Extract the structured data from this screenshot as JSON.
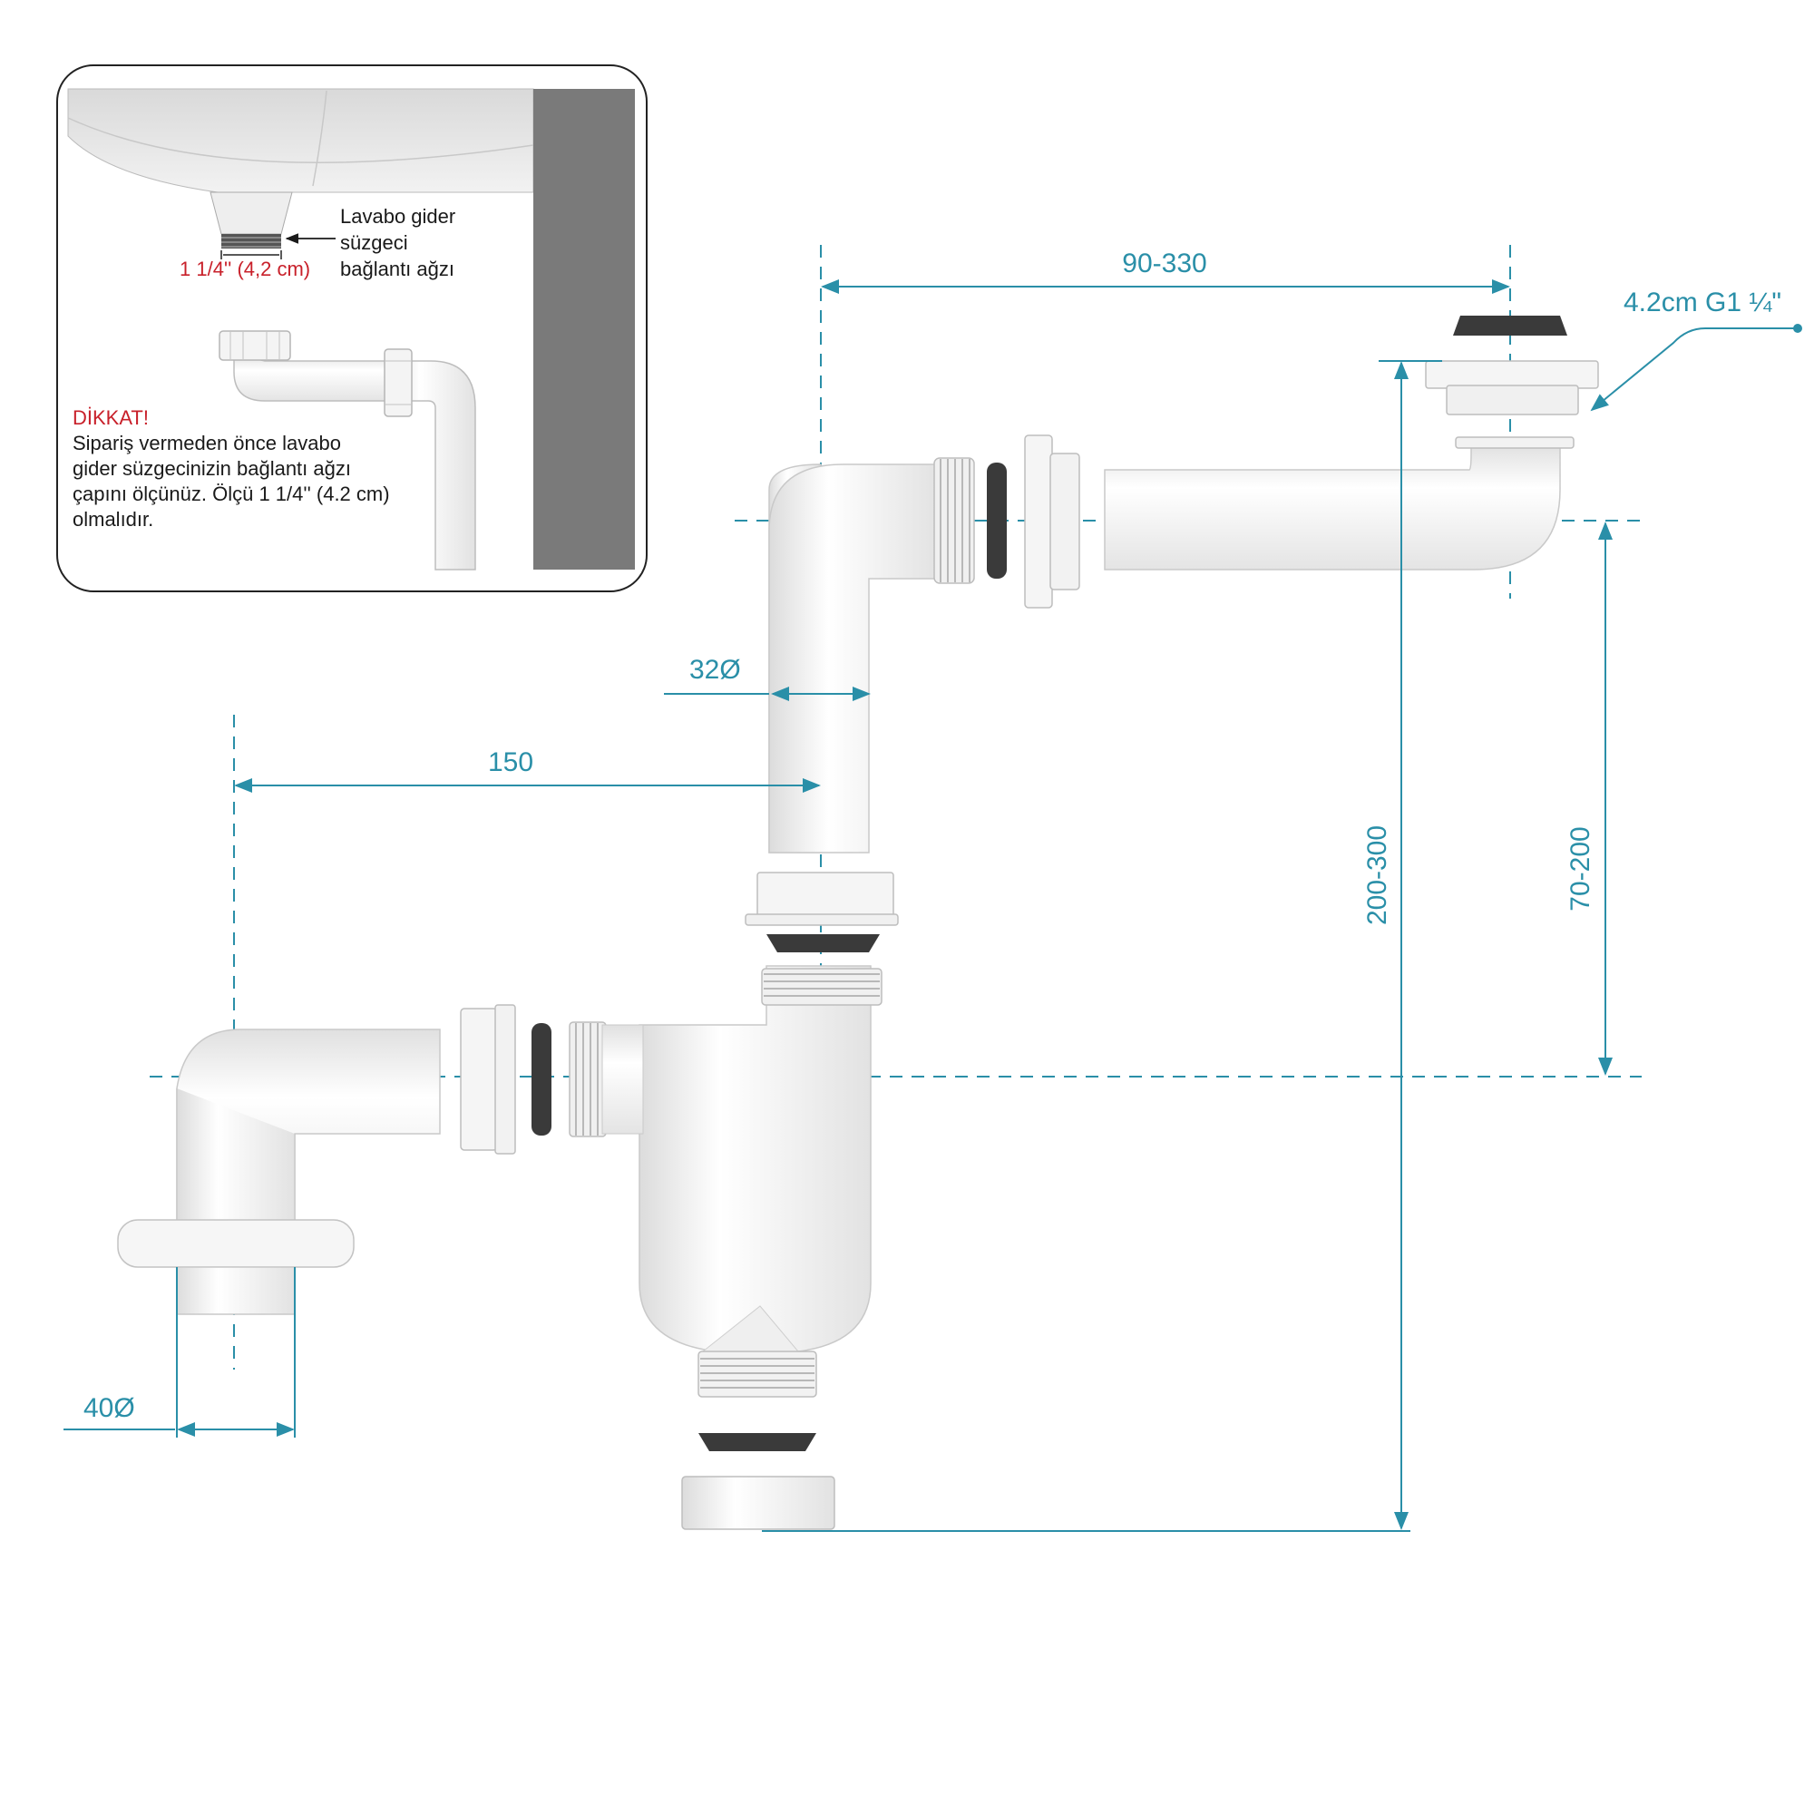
{
  "inset": {
    "strainer_label_lines": [
      "Lavabo gider",
      "süzgeci",
      "bağlantı ağzı"
    ],
    "size_label": "1 1/4'' (4,2 cm)",
    "warning_title": "DİKKAT!",
    "warning_lines": [
      "Sipariş vermeden önce lavabo",
      "gider süzgecinizin bağlantı ağzı",
      "çapını ölçünüz. Ölçü 1 1/4'' (4.2 cm)",
      "olmalıdır."
    ]
  },
  "dimensions": {
    "top_width": "90-330",
    "thread_spec": "4.2cm G1 ¼\"",
    "pipe_diameter": "32Ø",
    "offset_width": "150",
    "total_height": "200-300",
    "upper_height": "70-200",
    "outlet_diameter": "40Ø"
  },
  "colors": {
    "dimension": "#2a8fa8",
    "warning": "#c8202a",
    "size_label": "#c8202a",
    "pipe": "#f4f4f4",
    "pipe_stroke": "#c9c9c9",
    "gasket": "#3a3a3a",
    "wall": "#7a7a7a"
  }
}
